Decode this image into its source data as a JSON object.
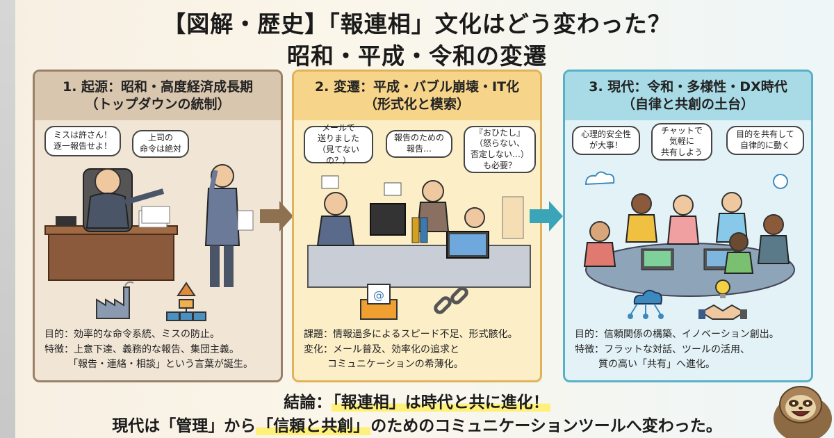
{
  "title": {
    "line1": "【図解・歴史】「報連相」文化はどう変わった？",
    "line2": "昭和・平成・令和の変遷"
  },
  "panels": [
    {
      "heading1": "1. 起源：昭和・高度経済成長期",
      "heading2": "（トップダウンの統制）",
      "bubbles": [
        "ミスは許さん！\n逐一報告せよ！",
        "上司の\n命令は絶対"
      ],
      "icons": [
        "factory-icon",
        "hierarchy-icon"
      ],
      "rows": [
        {
          "key": "目的：",
          "value": "効率的な命令系統、ミスの防止。"
        },
        {
          "key": "特徴：",
          "value": "上意下達、義務的な報告、集団主義。"
        },
        {
          "key": "",
          "value": "「報告・連絡・相談」という言葉が誕生。"
        }
      ],
      "colors": {
        "border": "#9a8068",
        "head": "#d9c6ae",
        "bg": "#f1e6d6"
      }
    },
    {
      "heading1": "2. 変遷：平成・バブル崩壊・IT化",
      "heading2": "（形式化と模索）",
      "bubbles": [
        "メールで\n送りました\n（見てないの？）",
        "報告のための\n報告…",
        "『おひたし』\n（怒らない、\n否定しない…）\nも必要？"
      ],
      "icons": [
        "mail-tray-icon",
        "broken-chain-icon"
      ],
      "rows": [
        {
          "key": "課題：",
          "value": "情報過多によるスピード不足、形式骸化。"
        },
        {
          "key": "変化：",
          "value": "メール普及、効率化の追求と"
        },
        {
          "key": "",
          "value": "コミュニケーションの希薄化。"
        }
      ],
      "colors": {
        "border": "#e0b25a",
        "head": "#f6d48a",
        "bg": "#fcefc8"
      }
    },
    {
      "heading1": "3. 現代：令和・多様性・DX時代",
      "heading2": "（自律と共創の土台）",
      "bubbles": [
        "心理的安全性\nが大事！",
        "チャットで\n気軽に\n共有しよう",
        "目的を共有して\n自律的に動く"
      ],
      "icons": [
        "cloud-network-icon",
        "lightbulb-handshake-icon"
      ],
      "rows": [
        {
          "key": "目的：",
          "value": "信頼関係の構築、イノベーション創出。"
        },
        {
          "key": "特徴：",
          "value": "フラットな対話、ツールの活用、"
        },
        {
          "key": "",
          "value": "質の高い「共有」へ進化。"
        }
      ],
      "colors": {
        "border": "#58b0c8",
        "head": "#a9dbe7",
        "bg": "#e3f2f6"
      }
    }
  ],
  "conclusion": {
    "line1_prefix": "結論：",
    "line1_highlight": "「報連相」は時代と共に進化！",
    "line2_prefix": "現代は「管理」から",
    "line2_highlight": "「信頼と共創」",
    "line2_suffix": "のためのコミュニケーションツールへ変わった。"
  },
  "arrow_colors": [
    "#8e7150",
    "#3aa5b9"
  ]
}
